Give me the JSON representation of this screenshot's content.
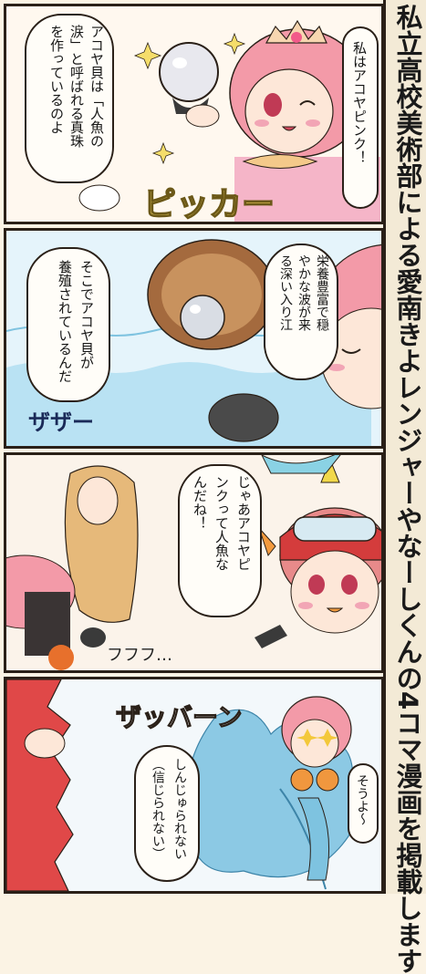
{
  "side_caption": "私立高校美術部による愛南きよレンジャーやなーしくんの4コマ漫画を掲載します",
  "panels": [
    {
      "balloons": [
        "アコヤ貝は「人魚の\n涙」と呼ばれる真珠\nを作っているのよ",
        "私はアコヤピンク！"
      ],
      "sfx": "ピッカー"
    },
    {
      "balloons": [
        "そこでアコヤ貝が\n養殖されているんだ",
        "栄養豊富で穏\nやかな波が来\nる深い入り江"
      ],
      "sfx": "ザザー"
    },
    {
      "balloons": [
        "じゃあアコヤピ\nンクって人魚な\nんだね！"
      ],
      "sfx": "フフフ…"
    },
    {
      "balloons": [
        "しんじゅられない\n（信じられない）",
        "そうよ～"
      ],
      "sfx": "ザッバーン"
    }
  ],
  "colors": {
    "pink_hair": "#f39aa8",
    "sea": "#a9d8ee",
    "outline": "#2a2018"
  }
}
